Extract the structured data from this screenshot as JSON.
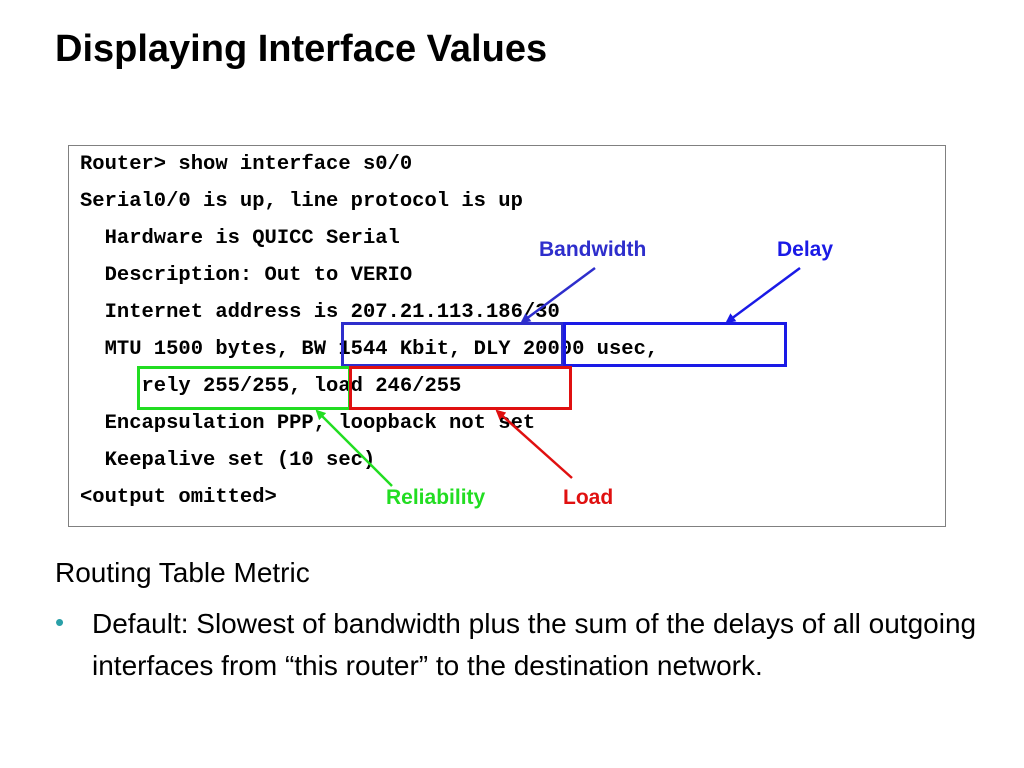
{
  "slide": {
    "title": "Displaying Interface Values"
  },
  "console": {
    "lines": [
      "Router> show interface s0/0",
      "Serial0/0 is up, line protocol is up",
      "  Hardware is QUICC Serial",
      "  Description: Out to VERIO",
      "  Internet address is 207.21.113.186/30",
      "  MTU 1500 bytes, BW 1544 Kbit, DLY 20000 usec,",
      "     rely 255/255, load 246/255",
      "  Encapsulation PPP, loopback not set",
      "  Keepalive set (10 sec)",
      "<output omitted>"
    ]
  },
  "callouts": {
    "bandwidth": "Bandwidth",
    "delay": "Delay",
    "reliability": "Reliability",
    "load": "Load"
  },
  "colors": {
    "bandwidth": "#2e2ecc",
    "delay": "#1a1ae6",
    "reliability": "#22dd22",
    "load": "#e01010",
    "bullet": "#2aa0a8"
  },
  "body": {
    "subheading": "Routing Table Metric",
    "bullet_symbol": "•",
    "bullet_text": "Default: Slowest of bandwidth plus the sum of the delays of all outgoing interfaces from “this router” to the destination network."
  }
}
